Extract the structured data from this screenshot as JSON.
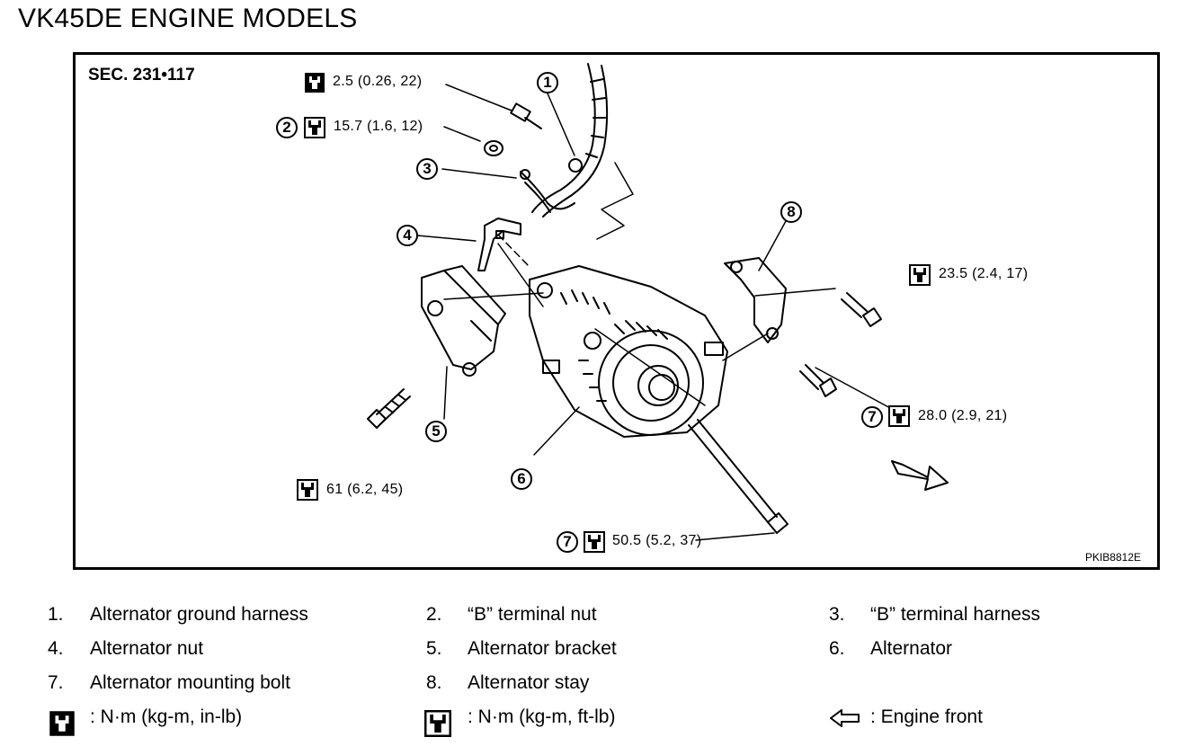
{
  "title": "VK45DE ENGINE MODELS",
  "diagram": {
    "section": "SEC. 231•117",
    "figure_code": "PKIB8812E",
    "callout_numbers": [
      "1",
      "2",
      "3",
      "4",
      "5",
      "6",
      "7",
      "8"
    ],
    "torques": {
      "t1": "2.5 (0.26, 22)",
      "t2": "15.7 (1.6, 12)",
      "t3": "23.5 (2.4, 17)",
      "t4": "28.0 (2.9, 21)",
      "t5": "61 (6.2, 45)",
      "t6": "50.5 (5.2, 37)"
    },
    "icons": [
      "torque-wrench-in-lb-icon",
      "torque-wrench-ft-lb-icon",
      "engine-front-arrow-icon"
    ]
  },
  "legend": {
    "items": [
      {
        "num": "1.",
        "label": "Alternator ground harness"
      },
      {
        "num": "2.",
        "label": "“B” terminal nut"
      },
      {
        "num": "3.",
        "label": "“B” terminal harness"
      },
      {
        "num": "4.",
        "label": "Alternator nut"
      },
      {
        "num": "5.",
        "label": "Alternator bracket"
      },
      {
        "num": "6.",
        "label": "Alternator"
      },
      {
        "num": "7.",
        "label": "Alternator mounting bolt"
      },
      {
        "num": "8.",
        "label": "Alternator stay"
      }
    ],
    "symbols": {
      "in_lb": ": N·m (kg-m, in-lb)",
      "ft_lb": ": N·m (kg-m, ft-lb)",
      "front": ": Engine front"
    }
  }
}
